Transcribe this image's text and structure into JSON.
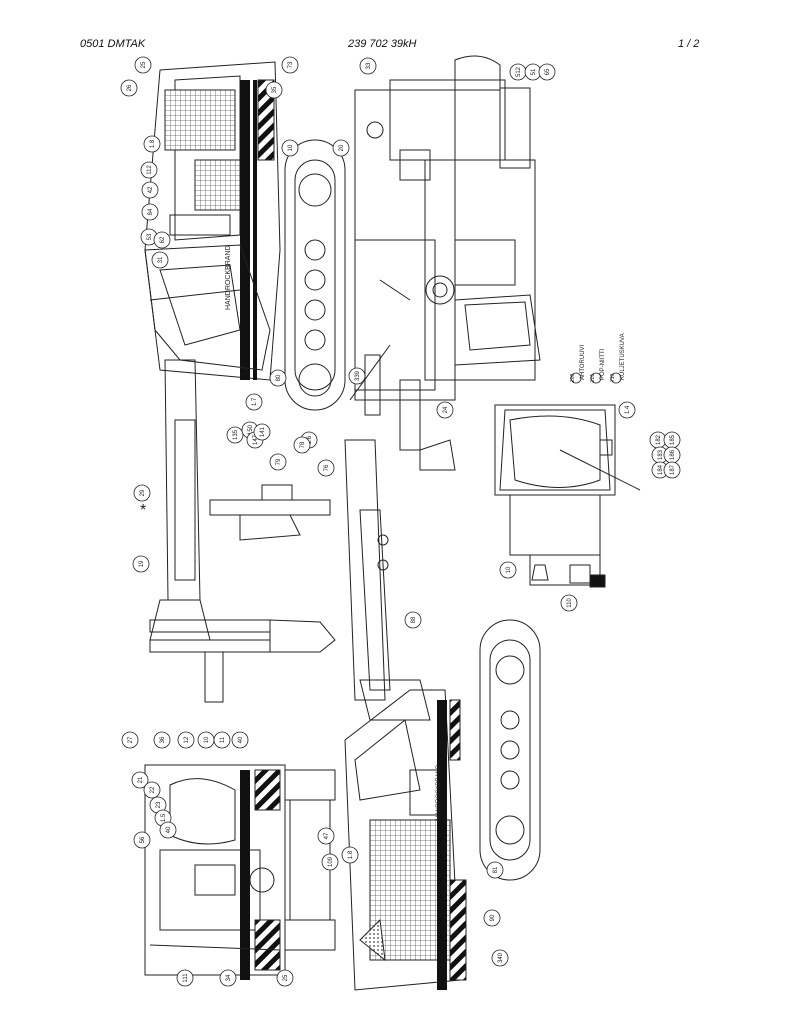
{
  "header": {
    "left": "0501 DMTAK",
    "center": "239 702 39kH",
    "page": "1 /  2"
  },
  "legend": [
    {
      "code": "208",
      "text": "AHTORUUVI"
    },
    {
      "code": "201",
      "text": "POP-NIITTI"
    },
    {
      "code": "710",
      "text": "KULJETUSKUVA"
    }
  ],
  "balloons": {
    "top_view": [
      "26",
      "25",
      "31",
      "35",
      "1.8",
      "112",
      "42",
      "84",
      "53",
      "62",
      "10",
      "20",
      "80",
      "1.7",
      "1.6",
      "78",
      "79",
      "76",
      "135",
      "150",
      "147",
      "141",
      "29",
      "19",
      "73"
    ],
    "side_view": [
      "512",
      "51",
      "65",
      "24",
      "33",
      "339"
    ],
    "bottom_view": [
      "27",
      "36",
      "12",
      "10",
      "11",
      "40",
      "56",
      "21",
      "22",
      "23",
      "1.5",
      "40",
      "47",
      "109",
      "111",
      "34",
      "25",
      "1.8",
      "90",
      "81",
      "88",
      "340"
    ],
    "box_view": [
      "1.4",
      "10",
      "110",
      "182",
      "183",
      "184",
      "185",
      "186",
      "187"
    ]
  },
  "marks": {
    "asterisk": "*",
    "brand": "HANDROCKBRAND"
  }
}
